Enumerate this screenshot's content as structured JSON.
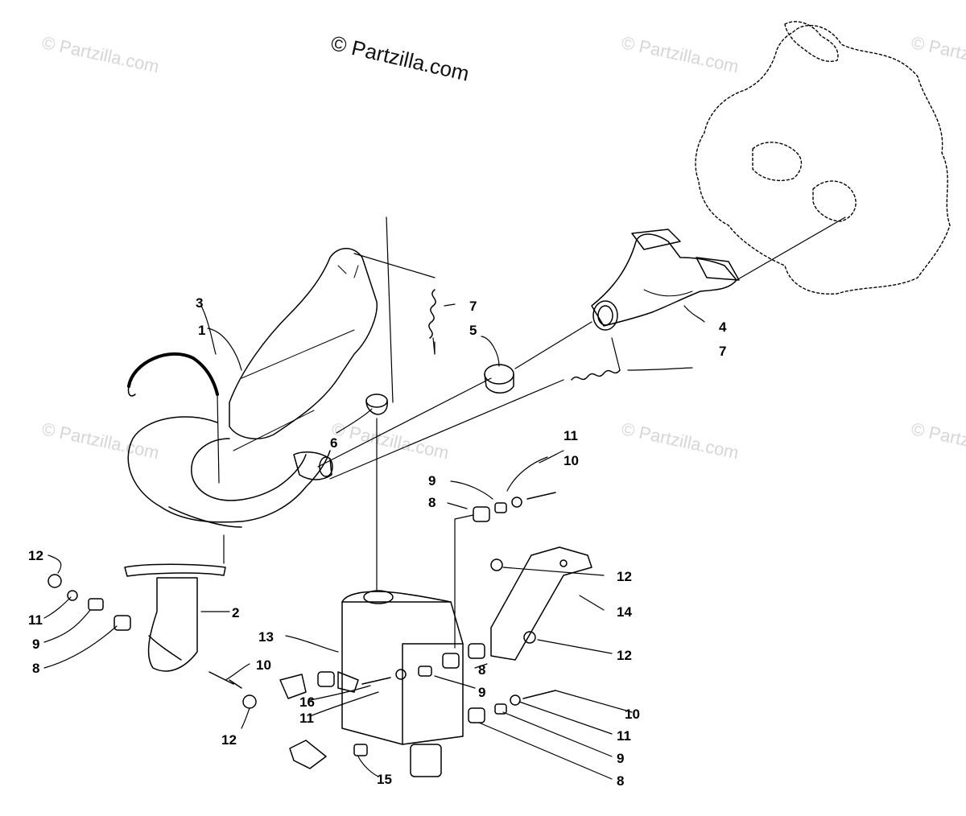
{
  "diagram": {
    "brand_watermark": "© Partzilla.com",
    "background_watermark": "© Partzilla.com",
    "callouts": [
      {
        "id": "c3",
        "label": "3"
      },
      {
        "id": "c1",
        "label": "1"
      },
      {
        "id": "c7a",
        "label": "7"
      },
      {
        "id": "c5",
        "label": "5"
      },
      {
        "id": "c4",
        "label": "4"
      },
      {
        "id": "c7b",
        "label": "7"
      },
      {
        "id": "c6",
        "label": "6"
      },
      {
        "id": "c11a",
        "label": "11"
      },
      {
        "id": "c10a",
        "label": "10"
      },
      {
        "id": "c9a",
        "label": "9"
      },
      {
        "id": "c8a",
        "label": "8"
      },
      {
        "id": "c12a",
        "label": "12"
      },
      {
        "id": "c11b",
        "label": "11"
      },
      {
        "id": "c9b",
        "label": "9"
      },
      {
        "id": "c8b",
        "label": "8"
      },
      {
        "id": "c2",
        "label": "2"
      },
      {
        "id": "c13",
        "label": "13"
      },
      {
        "id": "c12b",
        "label": "12"
      },
      {
        "id": "c14",
        "label": "14"
      },
      {
        "id": "c12c",
        "label": "12"
      },
      {
        "id": "c8c",
        "label": "8"
      },
      {
        "id": "c10b",
        "label": "10"
      },
      {
        "id": "c9c",
        "label": "9"
      },
      {
        "id": "c16",
        "label": "16"
      },
      {
        "id": "c11c",
        "label": "11"
      },
      {
        "id": "c12d",
        "label": "12"
      },
      {
        "id": "c10c",
        "label": "10"
      },
      {
        "id": "c11d",
        "label": "11"
      },
      {
        "id": "c9d",
        "label": "9"
      },
      {
        "id": "c8d",
        "label": "8"
      },
      {
        "id": "c15",
        "label": "15"
      }
    ]
  }
}
